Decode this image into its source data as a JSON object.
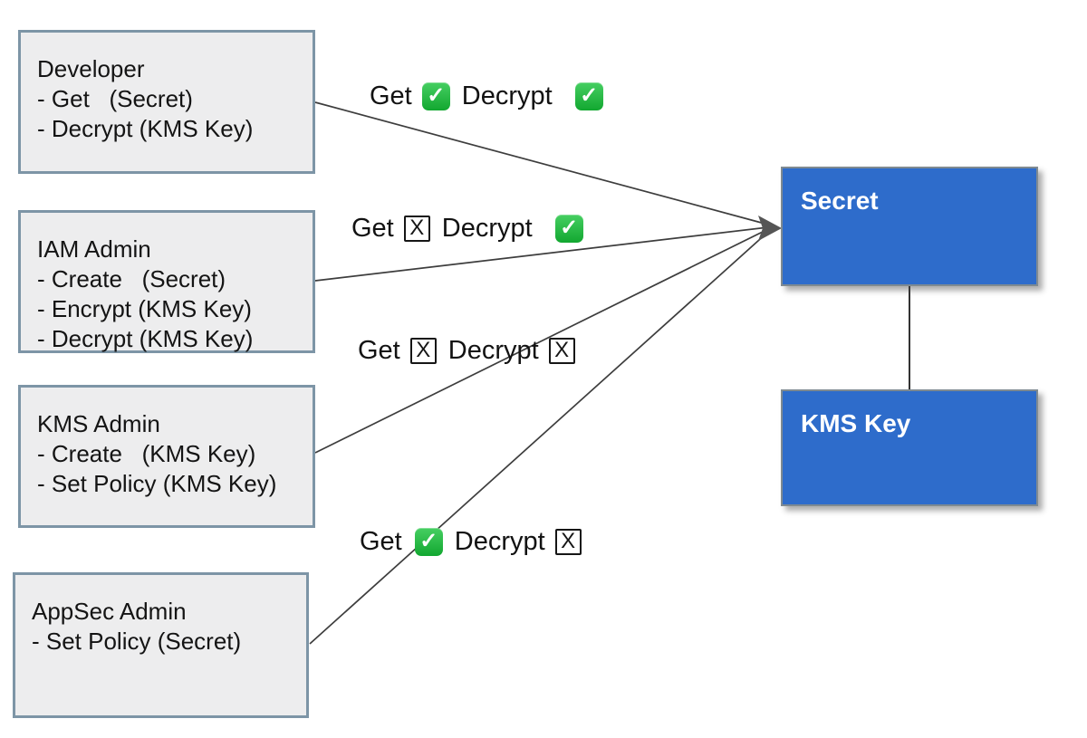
{
  "diagram": {
    "roles": [
      {
        "title": "Developer",
        "permissions": [
          "- Get   (Secret)",
          "- Decrypt (KMS Key)",
          ""
        ]
      },
      {
        "title": "IAM Admin",
        "permissions": [
          "- Create   (Secret)",
          "- Encrypt (KMS Key)",
          "- Decrypt (KMS Key)"
        ]
      },
      {
        "title": "KMS Admin",
        "permissions": [
          "- Create   (KMS Key)",
          "- Set Policy (KMS Key)",
          ""
        ]
      },
      {
        "title": "AppSec Admin",
        "permissions": [
          "- Set Policy (Secret)",
          "",
          ""
        ]
      }
    ],
    "edge_labels": [
      {
        "get_label": "Get",
        "get_icon": "check",
        "decrypt_label": "Decrypt",
        "decrypt_icon": "check"
      },
      {
        "get_label": "Get",
        "get_icon": "cross",
        "decrypt_label": "Decrypt",
        "decrypt_icon": "check"
      },
      {
        "get_label": "Get",
        "get_icon": "cross",
        "decrypt_label": "Decrypt",
        "decrypt_icon": "cross"
      },
      {
        "get_label": "Get",
        "get_icon": "check",
        "decrypt_label": "Decrypt",
        "decrypt_icon": "cross"
      }
    ],
    "resources": [
      {
        "title": "Secret"
      },
      {
        "title": "KMS Key"
      }
    ],
    "colors": {
      "resource_fill": "#2e6ccb",
      "role_fill": "#ededee",
      "role_border": "#7d95a6",
      "check_green": "#12a730",
      "line": "#3d3d3d"
    }
  }
}
